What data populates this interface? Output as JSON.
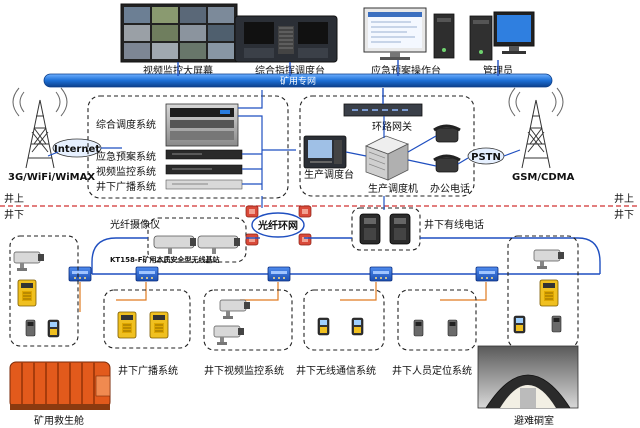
{
  "surface": {
    "video_wall": "视频监控大屏幕",
    "dispatch_console": "综合指挥调度台",
    "emergency_console": "应急预案操作台",
    "admin": "管理员",
    "mine_network": "矿用专网",
    "internet": "Internet",
    "wireless_left": "3G/WiFi/WiMAX",
    "wireless_right": "GSM/CDMA",
    "pstn": "PSTN",
    "ring_gateway": "环路网关",
    "production_console": "生产调度台",
    "dispatcher": "生产调度机",
    "office_phone": "办公电话",
    "systems": [
      "综合调度系统",
      "应急预案系统",
      "视频监控系统",
      "井下广播系统"
    ]
  },
  "divider": {
    "above_left": "井上",
    "below_left": "井下",
    "above_right": "井上",
    "below_right": "井下"
  },
  "underground": {
    "fiber_camera": "光纤摄像仪",
    "fiber_ring": "光纤环网",
    "wired_phone": "井下有线电话",
    "base_station": "KT158-F矿用本质安全型无线基站",
    "refuge_capsule": "矿用救生舱",
    "refuge_chamber": "避难硐室",
    "subsystems": [
      "井下广播系统",
      "井下视频监控系统",
      "井下无线通信系统",
      "井下人员定位系统"
    ]
  },
  "colors": {
    "network_bar": "#1c6fd6",
    "dashed_frame": "#222222",
    "divider_line": "#d03030",
    "line_blue": "#1f4fc0",
    "line_orange": "#e07a20",
    "line_green": "#2a9a40",
    "switch_blue": "#1f5fd0",
    "coupler_red": "#d94a3a",
    "phone_yellow": "#f0c020",
    "capsule_orange": "#e25a1c"
  },
  "icons": [
    "monitor-wall-icon",
    "console-icon",
    "pc-icon",
    "tower-icon",
    "server-rack-icon",
    "telephone-icon",
    "switch-icon",
    "camera-icon",
    "locator-icon",
    "handset-icon",
    "fiber-coupler-icon",
    "capsule-icon",
    "tunnel-photo-icon"
  ]
}
